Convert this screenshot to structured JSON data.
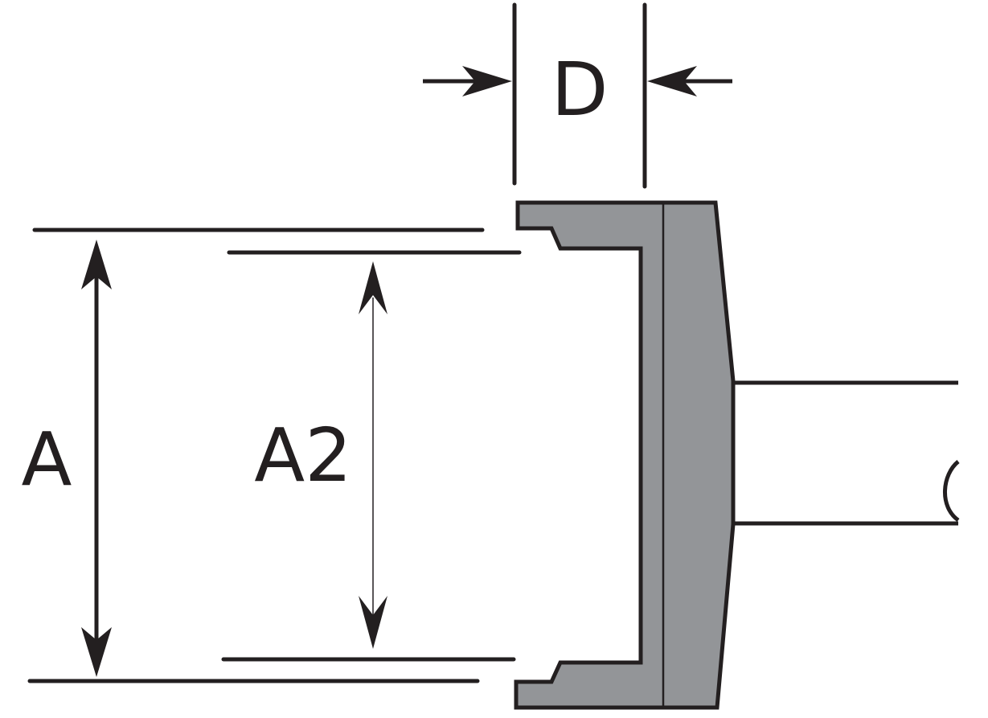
{
  "labels": {
    "depth": "D",
    "outer_diameter": "A",
    "inner_diameter": "A2"
  },
  "colors": {
    "line": "#231f20",
    "part_fill": "#939598",
    "background": "#ffffff"
  }
}
